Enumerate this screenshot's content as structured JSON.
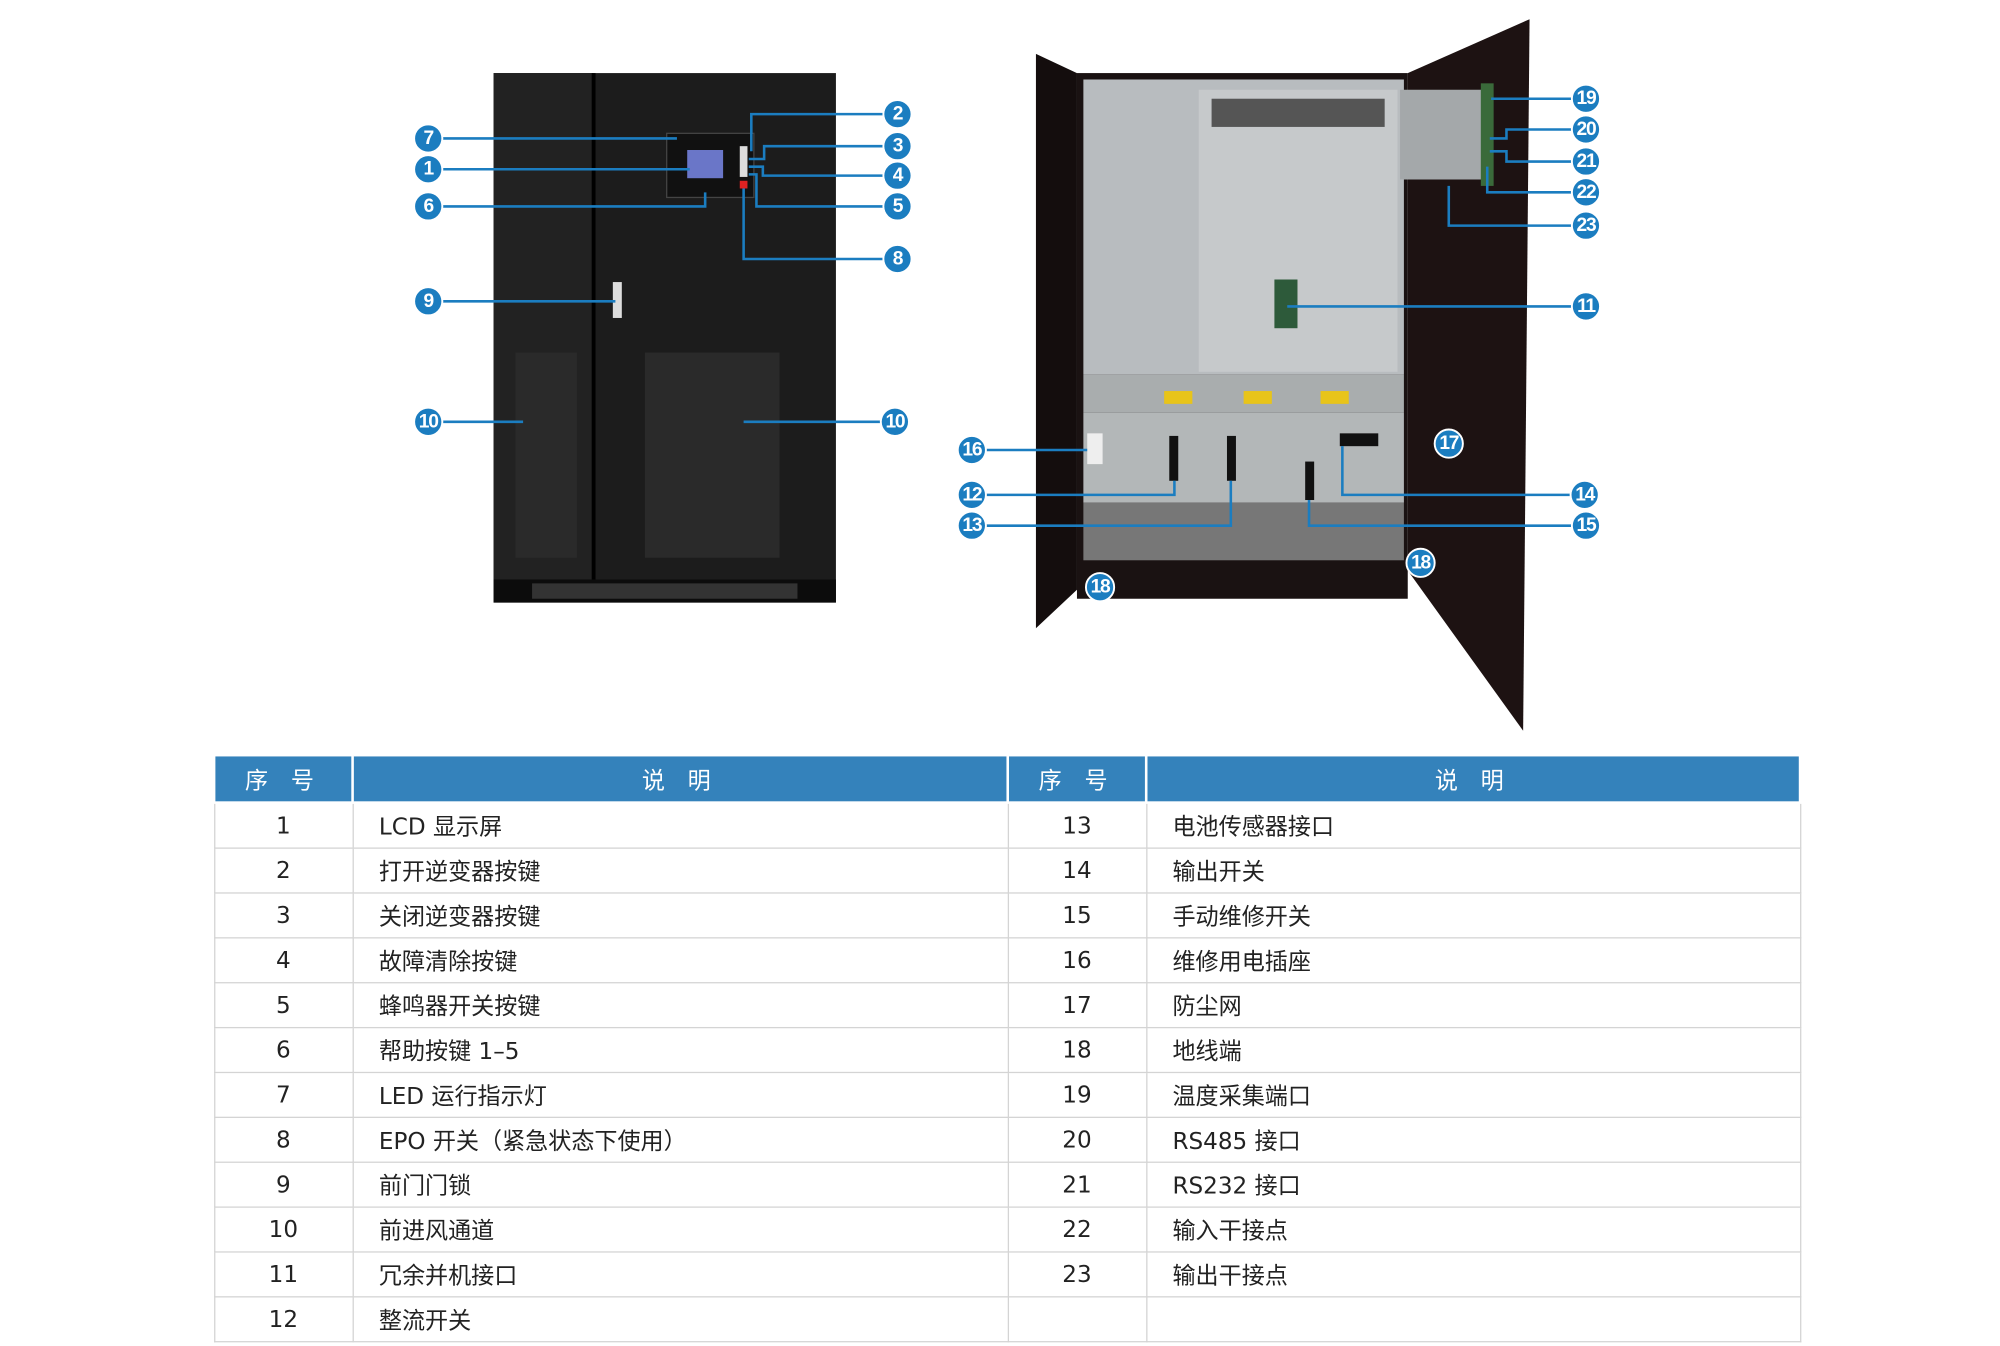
{
  "colors": {
    "accent": "#1b7dc0",
    "header": "#3482bb"
  },
  "callouts": {
    "front": [
      "7",
      "1",
      "6",
      "9",
      "10",
      "2",
      "3",
      "4",
      "5",
      "8",
      "10"
    ],
    "back": [
      "19",
      "20",
      "21",
      "22",
      "23",
      "11",
      "17",
      "14",
      "15",
      "16",
      "12",
      "13",
      "18",
      "18"
    ]
  },
  "table": {
    "headers": [
      "序 号",
      "说 明",
      "序 号",
      "说 明"
    ],
    "rows": [
      [
        "1",
        "LCD 显示屏",
        "13",
        "电池传感器接口"
      ],
      [
        "2",
        "打开逆变器按键",
        "14",
        "输出开关"
      ],
      [
        "3",
        "关闭逆变器按键",
        "15",
        "手动维修开关"
      ],
      [
        "4",
        "故障清除按键",
        "16",
        "维修用电插座"
      ],
      [
        "5",
        "蜂鸣器开关按键",
        "17",
        "防尘网"
      ],
      [
        "6",
        "帮助按键 1–5",
        "18",
        "地线端"
      ],
      [
        "7",
        "LED 运行指示灯",
        "19",
        "温度采集端口"
      ],
      [
        "8",
        "EPO 开关（紧急状态下使用）",
        "20",
        "RS485 接口"
      ],
      [
        "9",
        "前门门锁",
        "21",
        "RS232 接口"
      ],
      [
        "10",
        "前进风通道",
        "22",
        "输入干接点"
      ],
      [
        "11",
        "冗余并机接口",
        "23",
        "输出干接点"
      ],
      [
        "12",
        "整流开关",
        "",
        ""
      ]
    ]
  }
}
